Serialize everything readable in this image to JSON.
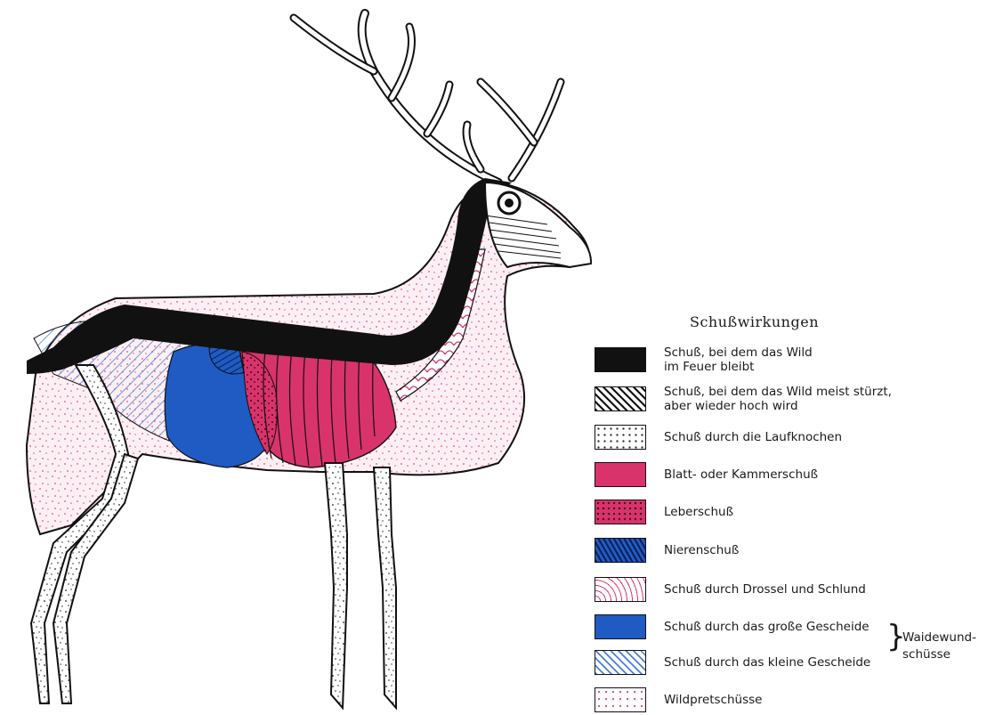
{
  "legend": {
    "title": "Schußwirkungen",
    "items": [
      {
        "label": "Schuß, bei dem das Wild\nim Feuer bleibt",
        "pattern": "solid-black"
      },
      {
        "label": "Schuß, bei dem das Wild meist stürzt,\naber wieder hoch wird",
        "pattern": "black-hatch"
      },
      {
        "label": "Schuß durch die Laufknochen",
        "pattern": "stipple"
      },
      {
        "label": "Blatt- oder Kammerschuß",
        "pattern": "solid-magenta"
      },
      {
        "label": "Leberschuß",
        "pattern": "magenta-dots"
      },
      {
        "label": "Nierenschuß",
        "pattern": "blue-hatch"
      },
      {
        "label": "Schuß durch Drossel und Schlund",
        "pattern": "magenta-curves"
      },
      {
        "label": "Schuß durch das große Gescheide",
        "pattern": "solid-blue"
      },
      {
        "label": "Schuß durch das kleine Gescheide",
        "pattern": "blue-light-hatch"
      },
      {
        "label": "Wildpretschüsse",
        "pattern": "pink-stipple"
      }
    ],
    "group_label": "Waidewund-\nschüsse"
  },
  "colors": {
    "black": "#111111",
    "magenta": "#d9336c",
    "blue": "#1f5bc2",
    "light_blue_hatch": "#4a7fd4",
    "pink_dots": "#e2507f",
    "bone": "#ffffff"
  }
}
